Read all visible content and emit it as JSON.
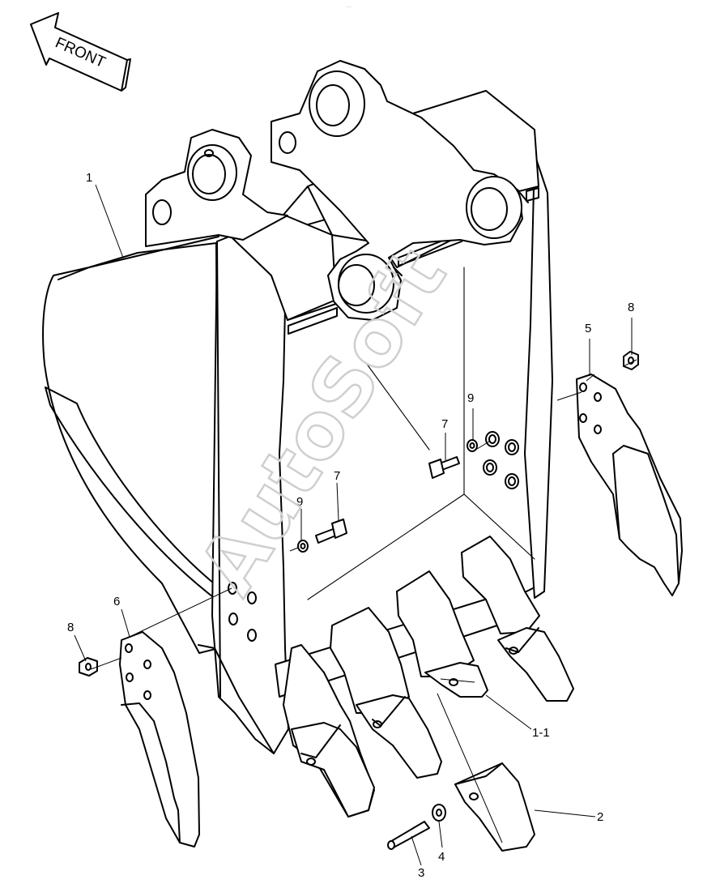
{
  "direction_label": "FRONT",
  "watermark": "AutoSoft",
  "top_mark": "— —",
  "callouts": {
    "c1": "1",
    "c1_1": "1-1",
    "c2": "2",
    "c3": "3",
    "c4": "4",
    "c5": "5",
    "c6": "6",
    "c7a": "7",
    "c7b": "7",
    "c8a": "8",
    "c8b": "8",
    "c9a": "9",
    "c9b": "9"
  }
}
